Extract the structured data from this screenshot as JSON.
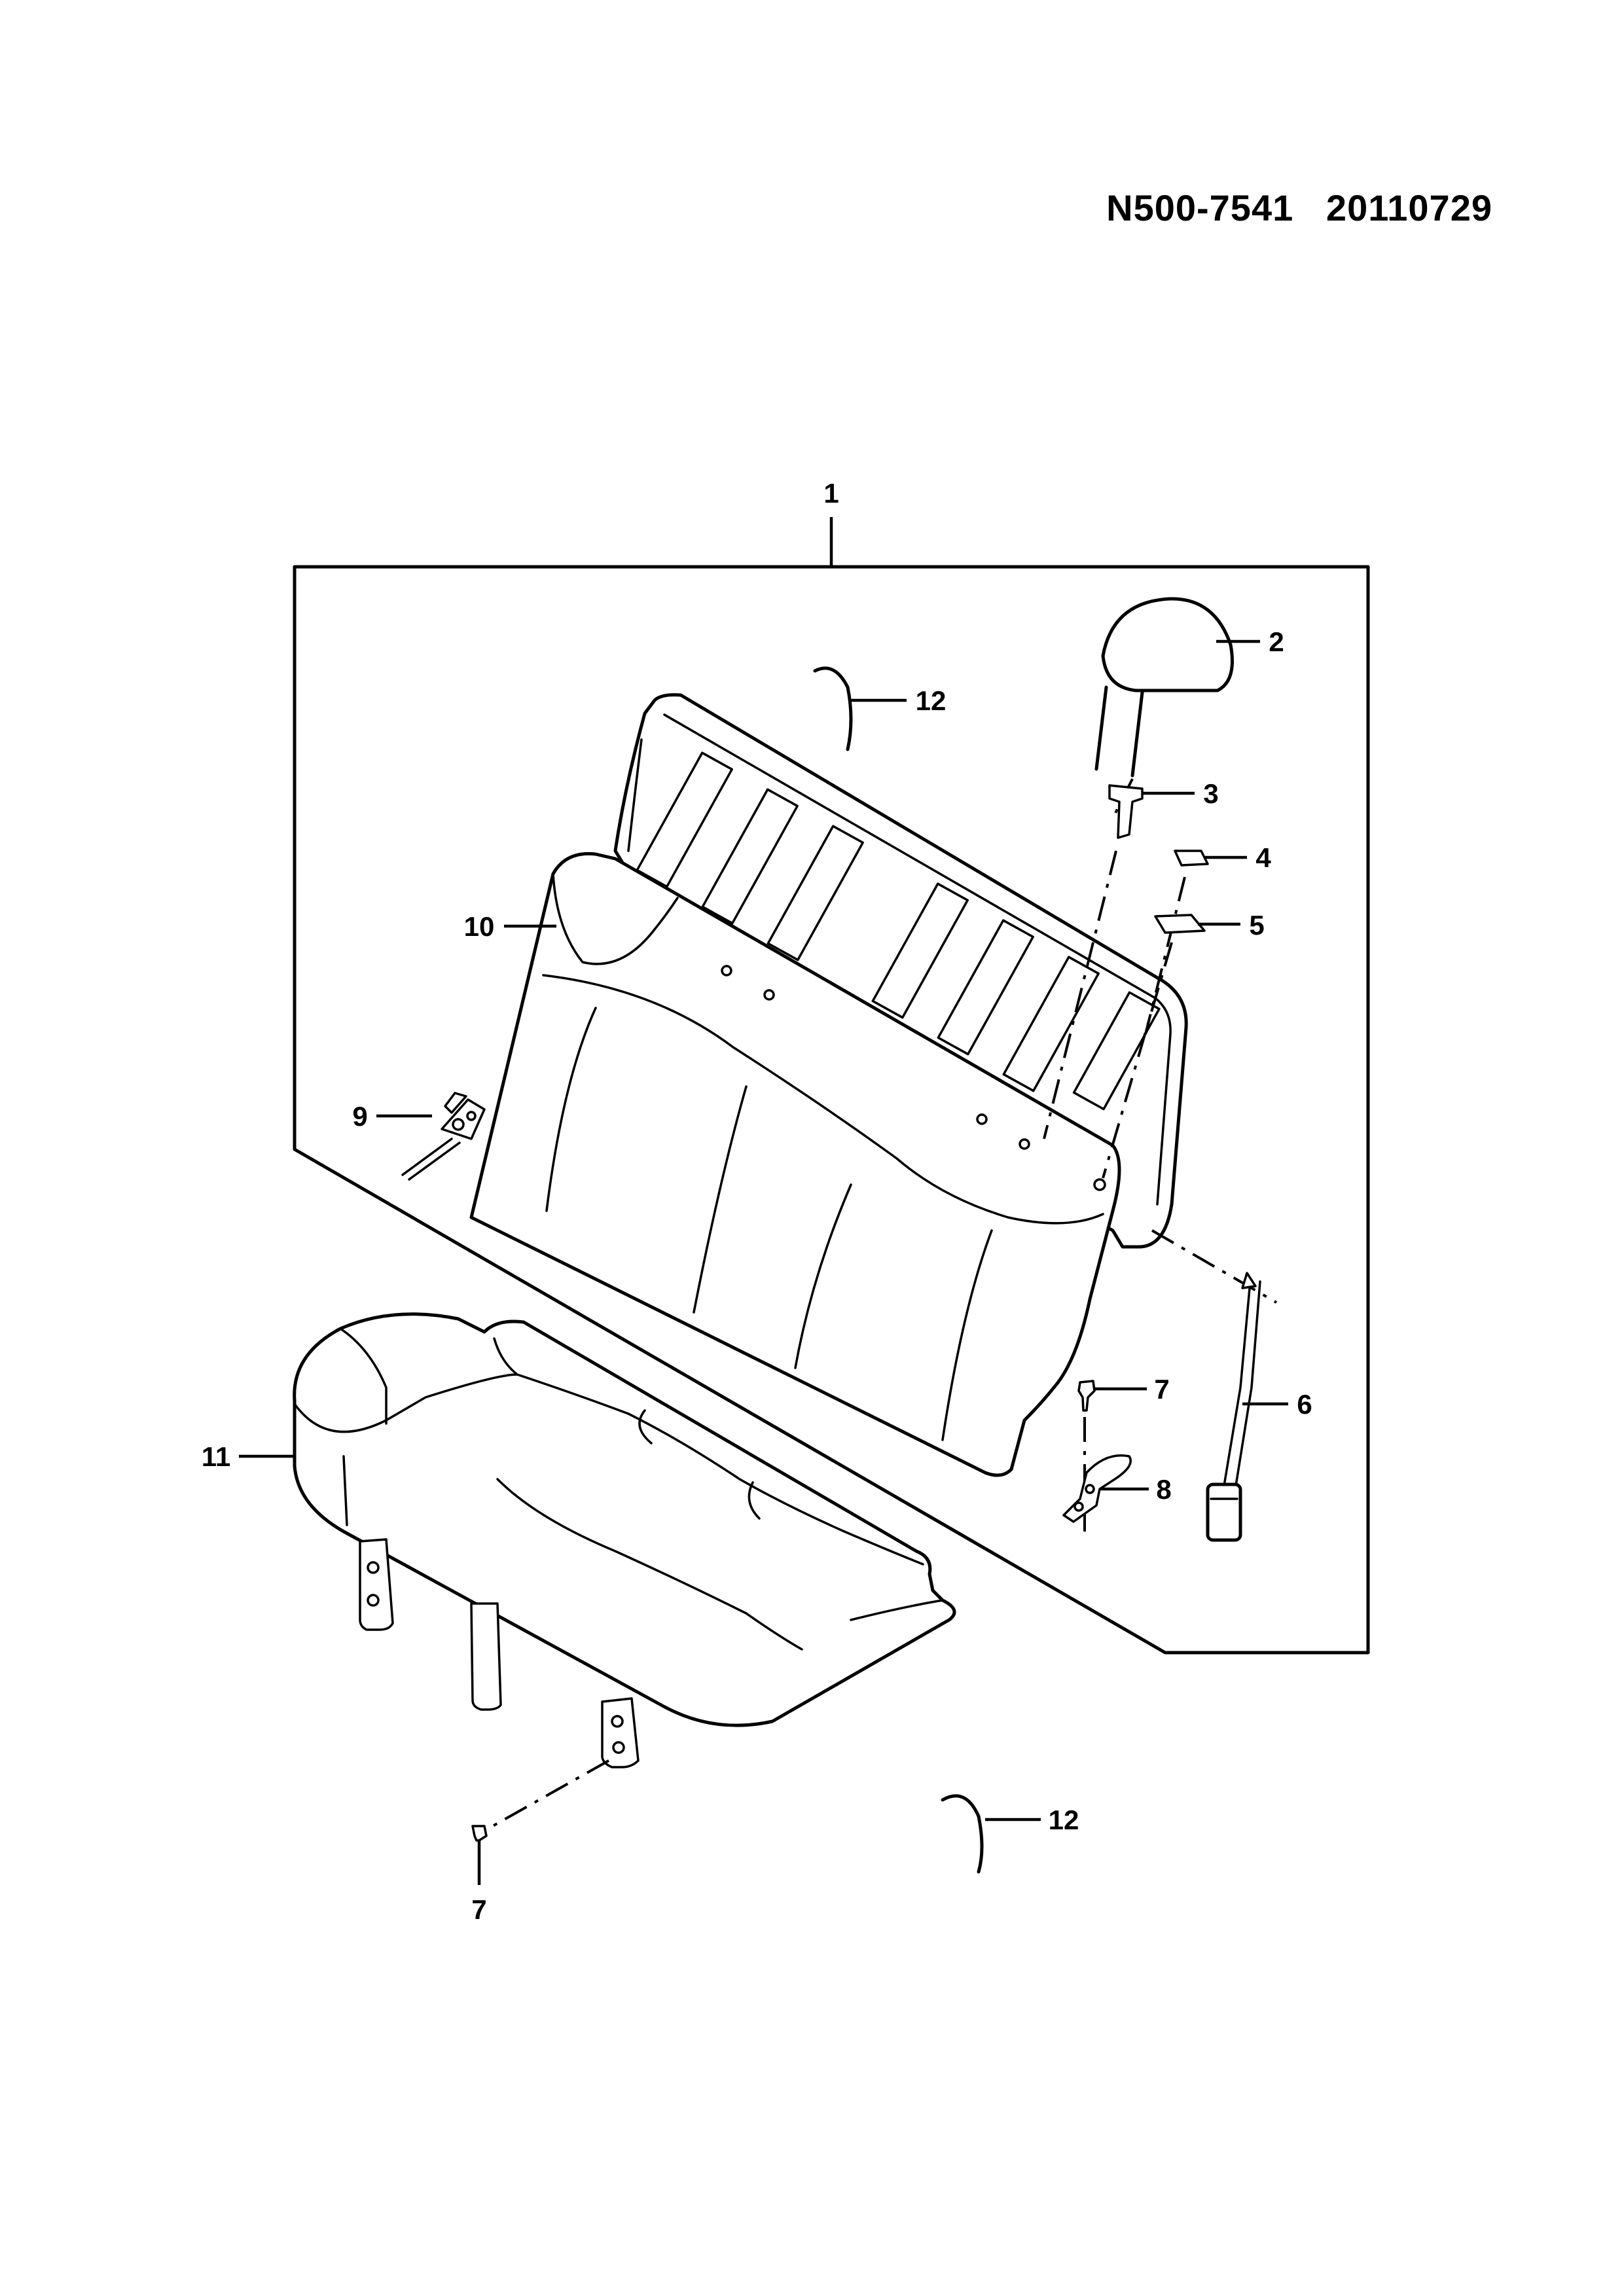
{
  "header": {
    "part_code": "N500-7541",
    "date_code": "20110729"
  },
  "callouts": [
    {
      "id": "c1",
      "label": "1"
    },
    {
      "id": "c2",
      "label": "2"
    },
    {
      "id": "c3",
      "label": "3"
    },
    {
      "id": "c4",
      "label": "4"
    },
    {
      "id": "c5",
      "label": "5"
    },
    {
      "id": "c6",
      "label": "6"
    },
    {
      "id": "c7a",
      "label": "7"
    },
    {
      "id": "c7b",
      "label": "7"
    },
    {
      "id": "c8",
      "label": "8"
    },
    {
      "id": "c9",
      "label": "9"
    },
    {
      "id": "c10",
      "label": "10"
    },
    {
      "id": "c11",
      "label": "11"
    },
    {
      "id": "c12a",
      "label": "12"
    },
    {
      "id": "c12b",
      "label": "12"
    }
  ]
}
